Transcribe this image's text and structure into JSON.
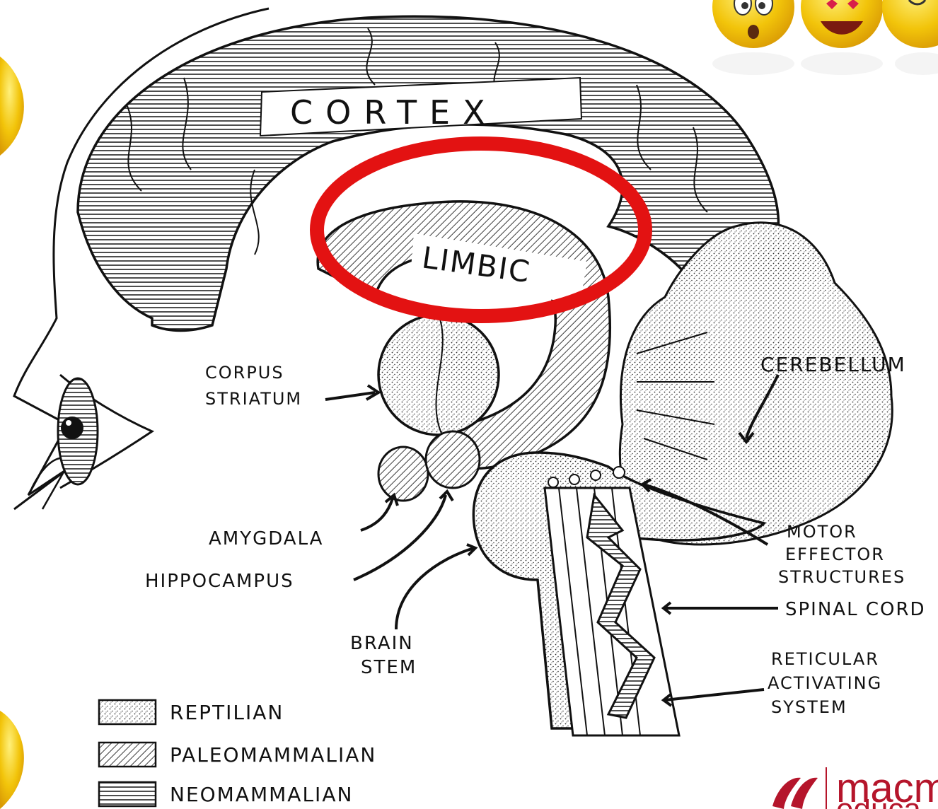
{
  "labels": {
    "cortex": "CORTEX",
    "limbic": "LIMBIC",
    "cerebellum": "CEREBELLUM",
    "corpus_striatum_1": "CORPUS",
    "corpus_striatum_2": "STRIATUM",
    "amygdala": "AMYGDALA",
    "hippocampus": "HIPPOCAMPUS",
    "brain_stem_1": "BRAIN",
    "brain_stem_2": "STEM",
    "motor_1": "MOTOR",
    "motor_2": "EFFECTOR",
    "motor_3": "STRUCTURES",
    "spinal_cord": "SPINAL CORD",
    "ras_1": "RETICULAR",
    "ras_2": "ACTIVATING",
    "ras_3": "SYSTEM"
  },
  "legend": [
    {
      "label": "REPTILIAN",
      "pattern": "dots"
    },
    {
      "label": "PALEOMAMMALIAN",
      "pattern": "diagonal-hatch"
    },
    {
      "label": "NEOMAMMALIAN",
      "pattern": "horizontal-hatch"
    }
  ],
  "brand": {
    "name_fragment": "macm",
    "sub_fragment": "educa",
    "color": "#b5152b"
  },
  "highlight_color": "#e31212",
  "emoji_color": "#f2c40a"
}
